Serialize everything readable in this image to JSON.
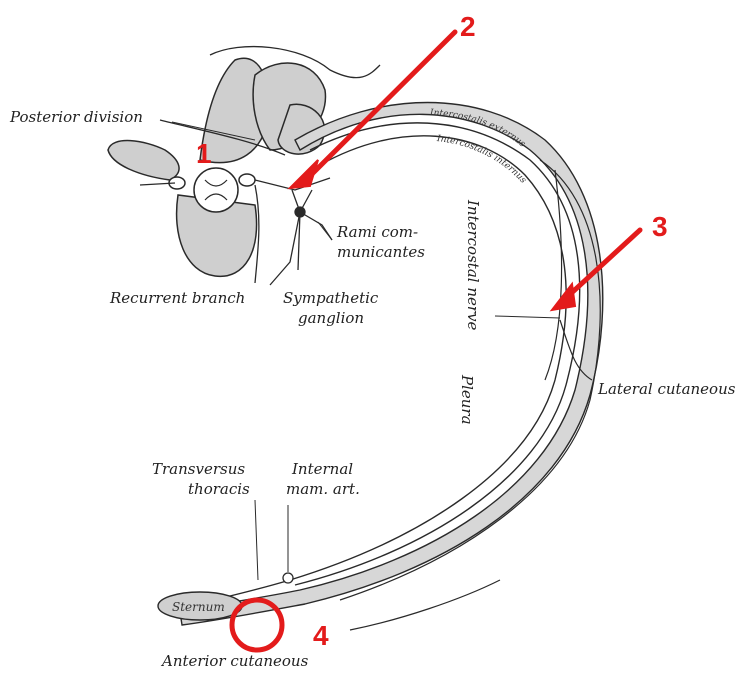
{
  "accent": "#e31b1b",
  "line_color": "#2a2a2a",
  "structure_fill": "#cfcfcf",
  "labels": {
    "posterior_division": "Posterior division",
    "rami_line1": "Rami com-",
    "rami_line2": "municantes",
    "recurrent_branch": "Recurrent branch",
    "sympathetic_line1": "Sympathetic",
    "sympathetic_line2": "ganglion",
    "intercostal_nerve": "Intercostal nerve",
    "pleura": "Pleura",
    "lateral_cutaneous": "Lateral cutaneous",
    "transversus_line1": "Transversus",
    "transversus_line2": "thoracis",
    "internal_line1": "Internal",
    "internal_line2": "mam. art.",
    "sternum": "Sternum",
    "anterior_cutaneous": "Anterior cutaneous",
    "intercostalis_externus": "Intercostalis externus",
    "intercostalis_internus": "Intercostalis internus"
  },
  "markers": [
    "1",
    "2",
    "3",
    "4"
  ]
}
